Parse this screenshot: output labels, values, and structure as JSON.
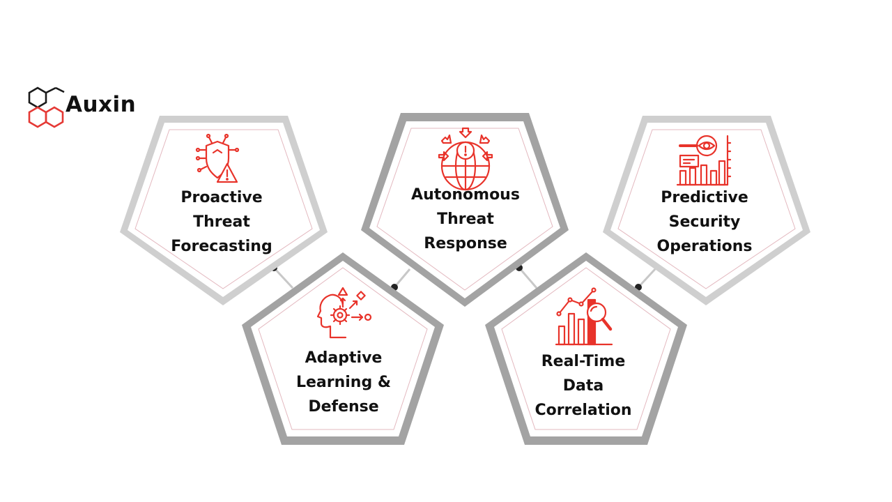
{
  "logo": {
    "name": "Auxin",
    "dark_color": "#1a1a1a",
    "accent_color": "#e53935"
  },
  "colors": {
    "accent": "#e8332a",
    "outline_light": "#cfcfcf",
    "outline_dark": "#a3a3a3",
    "inner_line": "#e3b8bf",
    "connector": "#222222"
  },
  "nodes": [
    {
      "id": "proactive-threat-forecasting",
      "lines": [
        "Proactive",
        "Threat",
        "Forecasting"
      ],
      "icon": "shield-warning-circuit-icon"
    },
    {
      "id": "adaptive-learning-defense",
      "lines": [
        "Adaptive",
        "Learning &",
        "Defense"
      ],
      "icon": "head-gear-icon"
    },
    {
      "id": "autonomous-threat-response",
      "lines": [
        "Autonomous",
        "Threat",
        "Response"
      ],
      "icon": "globe-alert-icon"
    },
    {
      "id": "real-time-data-correlation",
      "lines": [
        "Real-Time",
        "Data",
        "Correlation"
      ],
      "icon": "bar-chart-magnifier-icon"
    },
    {
      "id": "predictive-security-operations",
      "lines": [
        "Predictive",
        "Security",
        "Operations"
      ],
      "icon": "eye-dashboard-icon"
    }
  ]
}
